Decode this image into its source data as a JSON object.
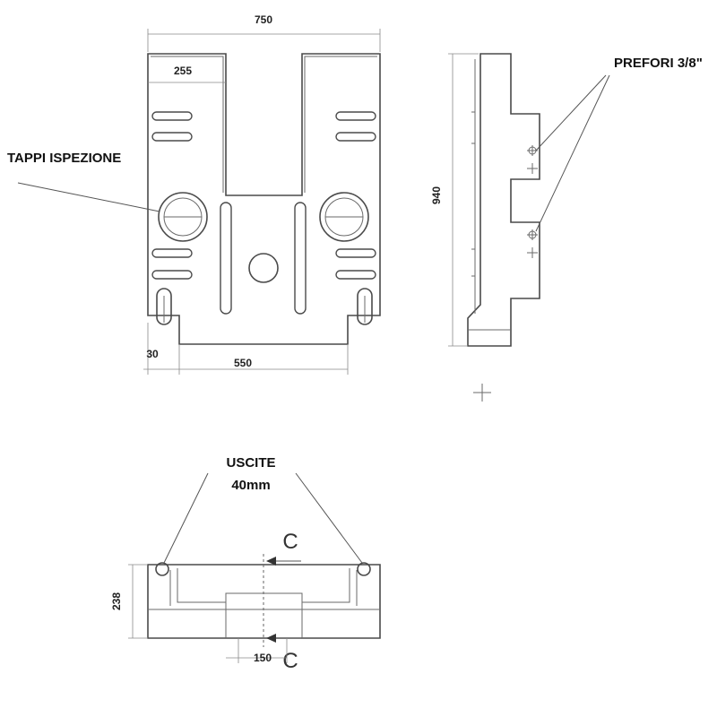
{
  "labels": {
    "tappi_ispezione": "TAPPI ISPEZIONE",
    "prefori": "PREFORI 3/8\"",
    "uscite_line1": "USCITE",
    "uscite_line2": "40mm"
  },
  "dimensions": {
    "overall_width": "750",
    "inner_width": "255",
    "height": "940",
    "left_offset": "30",
    "base_width": "550",
    "depth": "238",
    "center_width": "150"
  },
  "section_marks": {
    "top": "C",
    "bottom": "C"
  },
  "colors": {
    "line": "#4a4a4a",
    "dimension": "#8a8a8a",
    "text": "#111111"
  }
}
